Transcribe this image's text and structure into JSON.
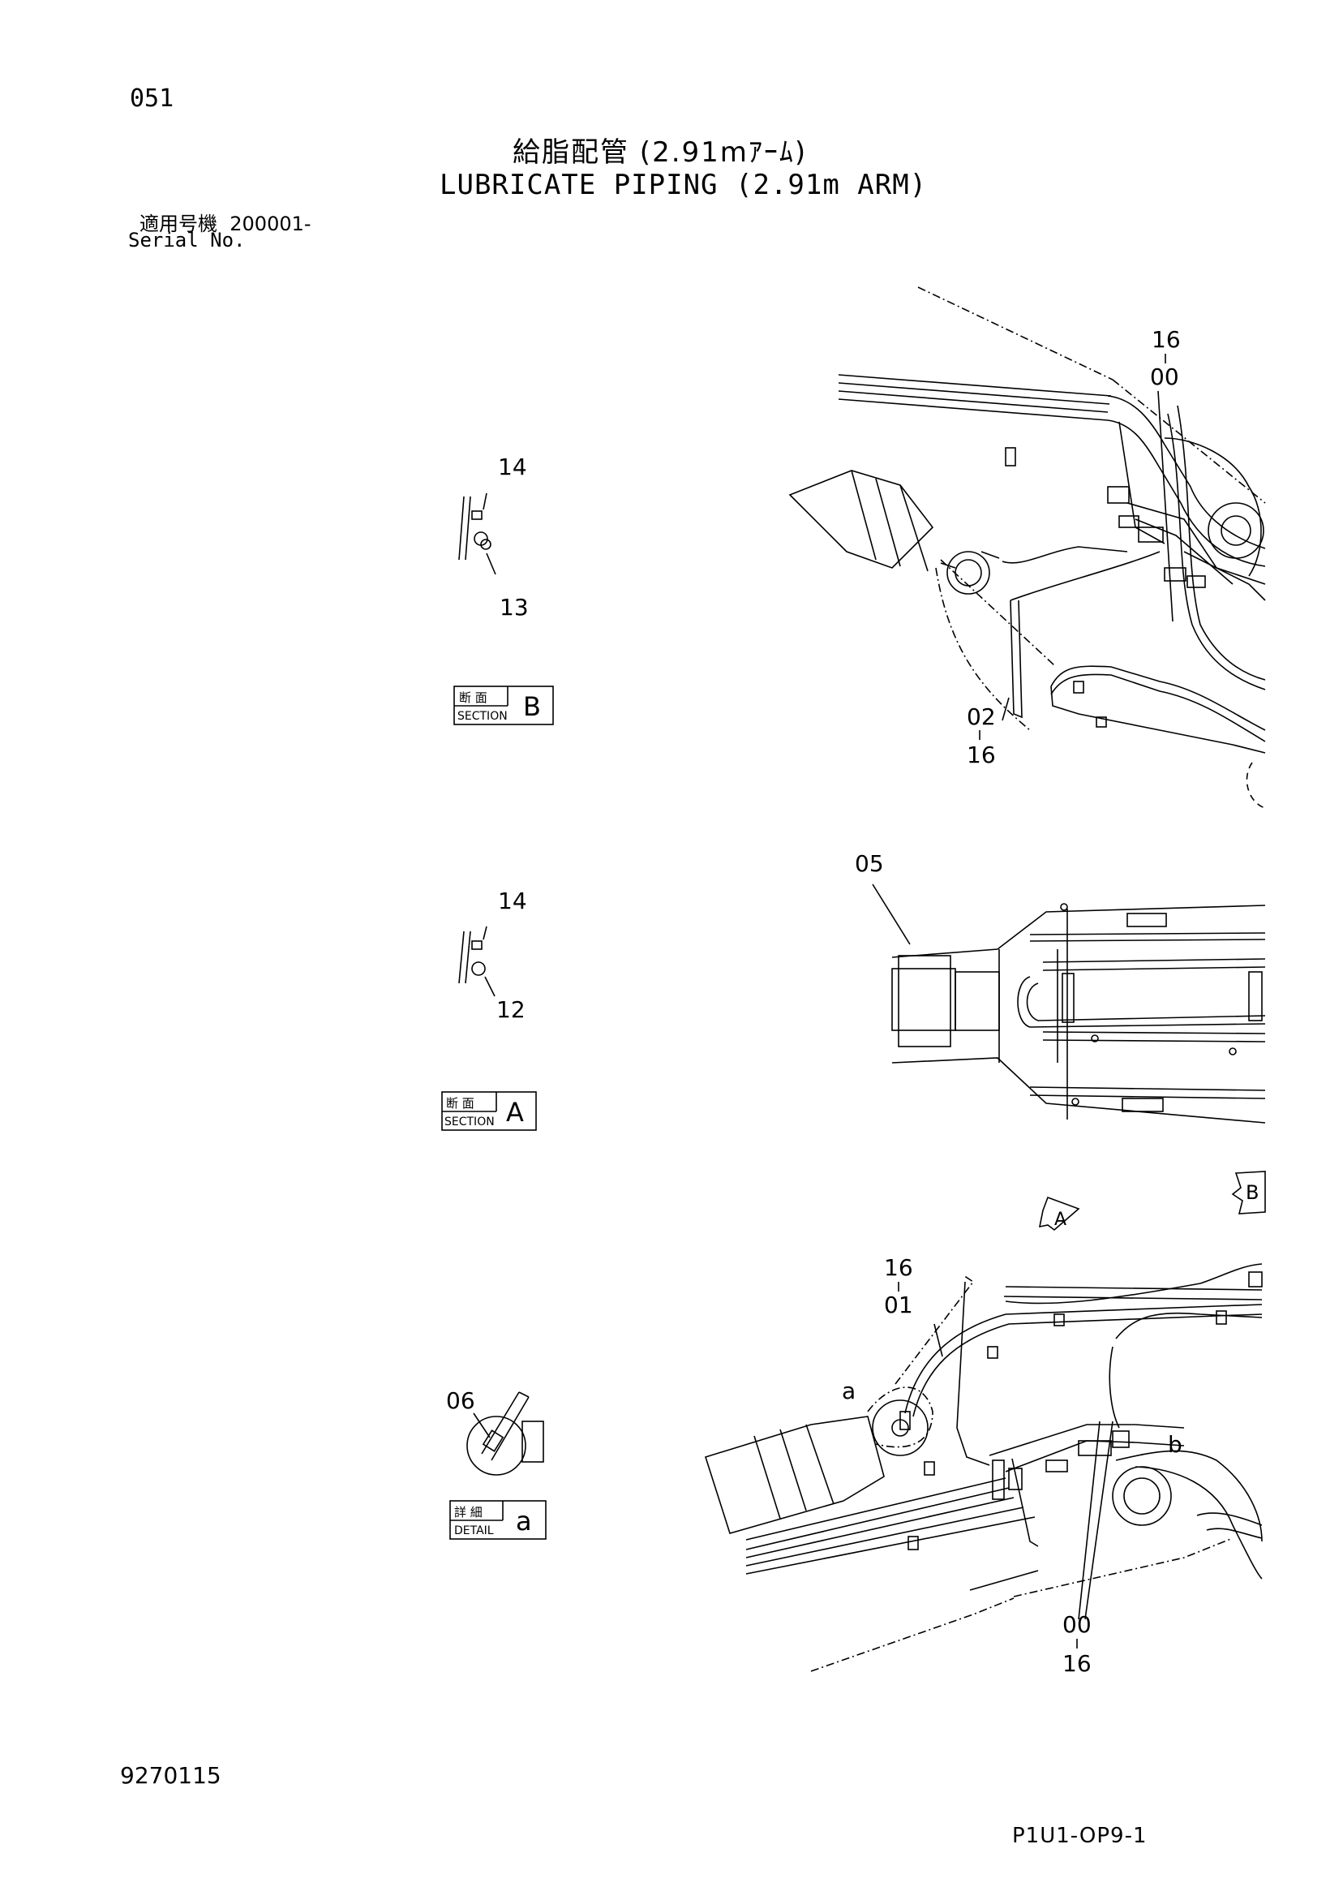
{
  "header": {
    "page_number": "051",
    "title_jp": "給脂配管 (2.91mｱｰﾑ)",
    "title_en": "LUBRICATE PIPING (2.91m ARM)",
    "serial_label_jp": "適用号機",
    "serial_value": "200001-",
    "serial_label_en": "Serial No."
  },
  "views": {
    "section_b": {
      "heading_jp": "断 面",
      "heading_en": "SECTION",
      "letter": "B",
      "top_label": "14",
      "bottom_label": "13"
    },
    "section_a": {
      "heading_jp": "断 面",
      "heading_en": "SECTION",
      "letter": "A",
      "top_label": "14",
      "bottom_label": "12"
    },
    "detail_a": {
      "heading_jp": "詳 細",
      "heading_en": "DETAIL",
      "letter": "a",
      "part_label": "06"
    }
  },
  "callouts": {
    "top_right": {
      "top": "16",
      "bottom": "00"
    },
    "top_mid": {
      "top": "02",
      "bottom": "16"
    },
    "middle": {
      "label": "05"
    },
    "arrow_a": "A",
    "arrow_b": "B",
    "lower_left": {
      "top": "16",
      "bottom": "01"
    },
    "lower_bottom": {
      "top": "00",
      "bottom": "16"
    },
    "detail_a_marker": "a",
    "detail_b_marker": "b"
  },
  "footer": {
    "document_number": "9270115",
    "sheet_code": "P1U1-OP9-1"
  }
}
